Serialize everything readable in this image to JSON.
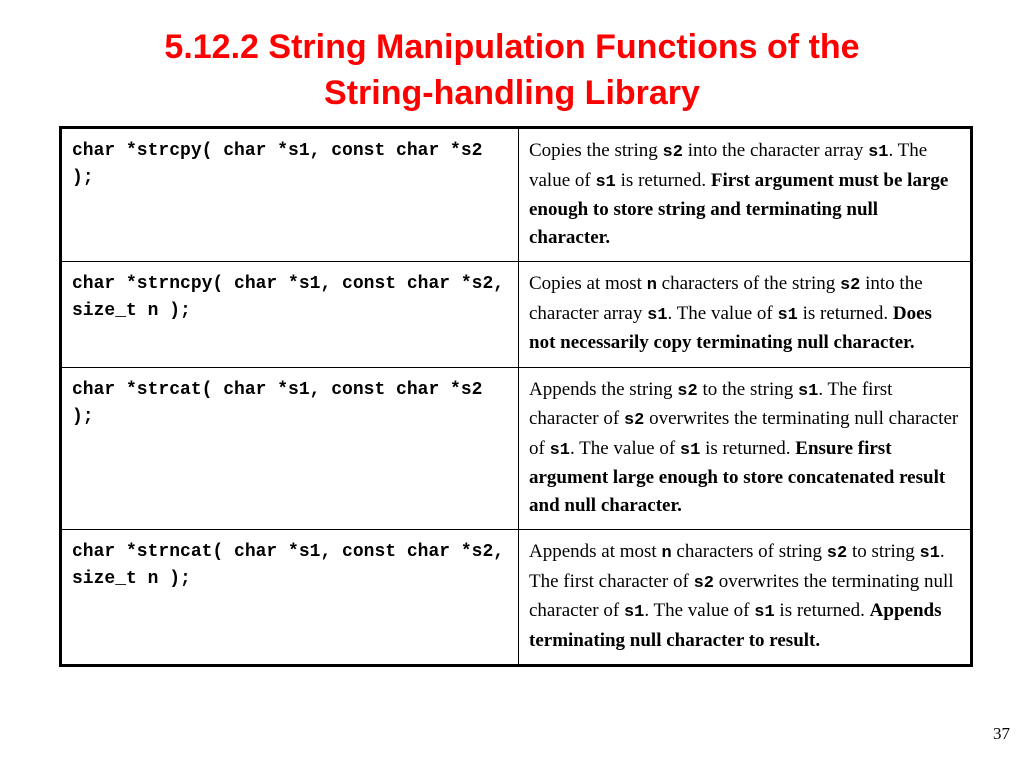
{
  "title": {
    "line1": "5.12.2 String Manipulation Functions of the",
    "line2": "String-handling Library"
  },
  "rows": [
    {
      "prototype": "char *strcpy( char *s1, const char *s2 );",
      "description": [
        {
          "t": "Copies the string "
        },
        {
          "t": "s2",
          "code": true
        },
        {
          "t": " into the character array "
        },
        {
          "t": "s1",
          "code": true
        },
        {
          "t": ". The value of "
        },
        {
          "t": "s1",
          "code": true
        },
        {
          "t": " is returned. "
        },
        {
          "t": "First argument must be large enough to store string and terminating null character.",
          "bold": true
        }
      ]
    },
    {
      "prototype": "char *strncpy( char *s1, const char *s2, size_t n );",
      "description": [
        {
          "t": "Copies at most "
        },
        {
          "t": "n",
          "code": true
        },
        {
          "t": " characters of the string "
        },
        {
          "t": "s2",
          "code": true
        },
        {
          "t": " into the character array "
        },
        {
          "t": "s1",
          "code": true
        },
        {
          "t": ". The value of "
        },
        {
          "t": "s1",
          "code": true
        },
        {
          "t": " is returned. "
        },
        {
          "t": "Does not necessarily copy terminating null character.",
          "bold": true
        }
      ]
    },
    {
      "prototype": "char *strcat( char *s1, const char *s2 );",
      "description": [
        {
          "t": "Appends the string "
        },
        {
          "t": "s2",
          "code": true
        },
        {
          "t": " to the string "
        },
        {
          "t": "s1",
          "code": true
        },
        {
          "t": ". The first character of "
        },
        {
          "t": "s2",
          "code": true
        },
        {
          "t": " overwrites the terminating null character of "
        },
        {
          "t": "s1",
          "code": true
        },
        {
          "t": ". The value of "
        },
        {
          "t": "s1",
          "code": true
        },
        {
          "t": " is returned. "
        },
        {
          "t": "Ensure first argument large enough to store concatenated result and null character.",
          "bold": true
        }
      ]
    },
    {
      "prototype": "char *strncat( char *s1, const char *s2, size_t n );",
      "description": [
        {
          "t": "Appends at most "
        },
        {
          "t": "n",
          "code": true
        },
        {
          "t": " characters of string "
        },
        {
          "t": "s2",
          "code": true
        },
        {
          "t": " to string "
        },
        {
          "t": "s1",
          "code": true
        },
        {
          "t": ". The first character of "
        },
        {
          "t": "s2",
          "code": true
        },
        {
          "t": " overwrites the terminating null character of "
        },
        {
          "t": "s1",
          "code": true
        },
        {
          "t": ". The value of "
        },
        {
          "t": "s1",
          "code": true
        },
        {
          "t": " is returned. "
        },
        {
          "t": "Appends terminating null character to result.",
          "bold": true
        }
      ]
    }
  ],
  "page_number": "37",
  "colors": {
    "title": "#ff0000",
    "text": "#000000",
    "background": "#ffffff",
    "border": "#000000"
  }
}
